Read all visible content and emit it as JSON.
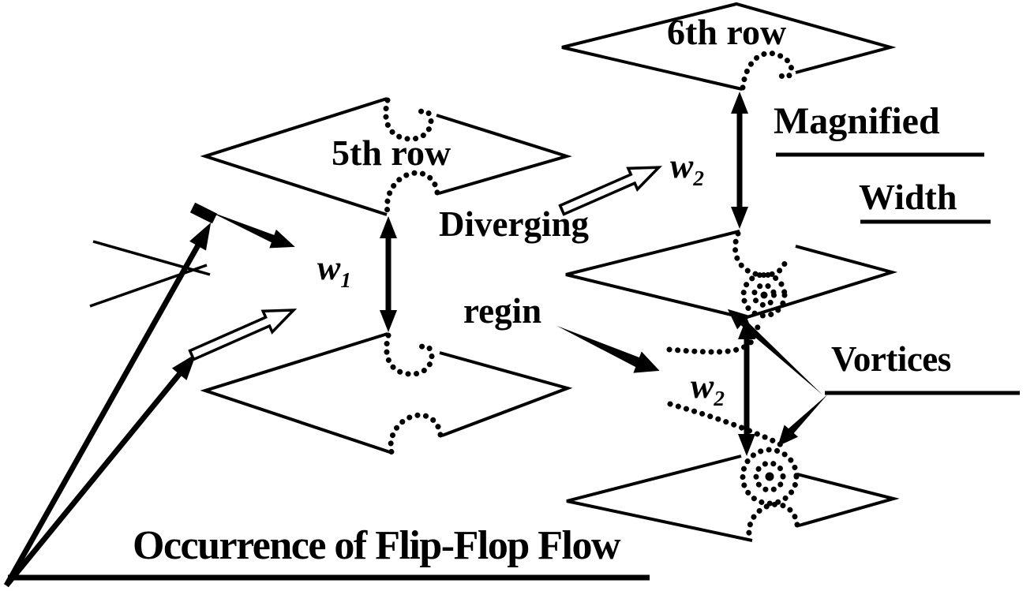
{
  "figure": {
    "background": "#ffffff",
    "ink_color": "#000000",
    "caption": "Occurrence of Flip-Flop Flow",
    "rows": {
      "fifth": "5th row",
      "sixth": "6th row"
    },
    "labels": {
      "diverging_word": "Diverging",
      "region_word": "regin",
      "magnified_word": "Magnified",
      "width_word": "Width",
      "vortices_word": "Vortices"
    },
    "dimensions": {
      "w1": {
        "base": "w",
        "sub": "1"
      },
      "w2_upper": {
        "base": "w",
        "sub": "2"
      },
      "w2_lower": {
        "base": "w",
        "sub": "2"
      }
    }
  }
}
